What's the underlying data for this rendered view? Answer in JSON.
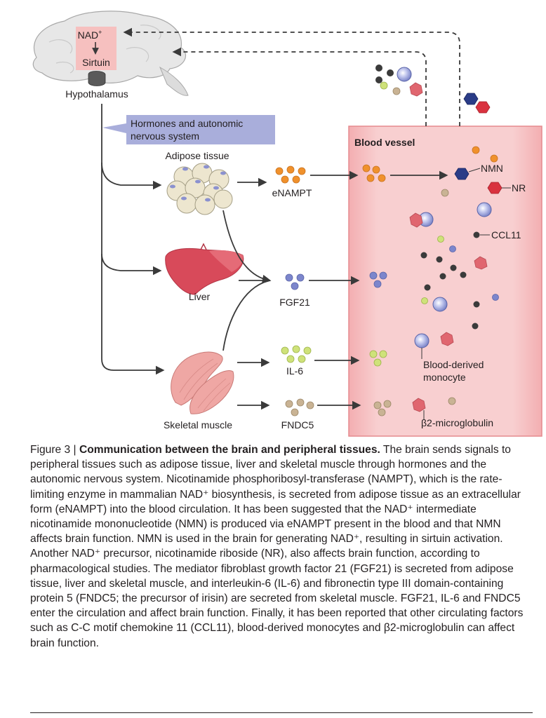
{
  "diagram": {
    "brain": {
      "nad_label": "NAD",
      "nad_sup": "+",
      "sirtuin_label": "Sirtuin",
      "region_label": "Hypothalamus"
    },
    "signal_box_lines": [
      "Hormones and autonomic",
      "nervous system"
    ],
    "blood_vessel_label": "Blood vessel",
    "tissues": {
      "adipose": "Adipose tissue",
      "liver": "Liver",
      "muscle": "Skeletal muscle"
    },
    "factors": {
      "enampt": "eNAMPT",
      "fgf21": "FGF21",
      "il6": "IL-6",
      "fndc5": "FNDC5"
    },
    "vessel_labels": {
      "nmn": "NMN",
      "nr": "NR",
      "ccl11": "CCL11",
      "monocyte_line1": "Blood-derived",
      "monocyte_line2": "monocyte",
      "b2m": "β2-microglobulin"
    },
    "colors": {
      "vessel_fill": "#f6c2c3",
      "vessel_edge": "#e58a8e",
      "signal_box": "#a9aedb",
      "enampt_orange": "#f0912c",
      "fgf21_blue": "#7c86cc",
      "il6_green": "#cfe27a",
      "fndc5_tan": "#c9b394",
      "nmn_navy": "#2a3c87",
      "nr_red": "#d9323f",
      "ccl11_dark": "#3b3b3b",
      "monocyte_lilac": "#a9b0e0",
      "b2m_pink": "#e0666f",
      "liver_red": "#d84a5a",
      "muscle_pink": "#efa7a4",
      "fat_cream": "#ede6cf"
    }
  },
  "caption": {
    "label": "Figure 3 |",
    "title": "Communication between the brain and peripheral tissues.",
    "text": "The brain sends signals to peripheral tissues such as adipose tissue, liver and skeletal muscle through hormones and the autonomic nervous system. Nicotinamide phosphoribosyl-transferase (NAMPT), which is the rate-limiting enzyme in mammalian NAD⁺ biosynthesis, is secreted from adipose tissue as an extracellular form (eNAMPT) into the blood circulation. It has been suggested that the NAD⁺ intermediate nicotinamide mononucleotide (NMN) is produced via eNAMPT present in the blood and that NMN affects brain function. NMN is used in the brain for generating NAD⁺, resulting in sirtuin activation. Another NAD⁺ precursor, nicotinamide riboside (NR), also affects brain function, according to pharmacological studies. The mediator fibroblast growth factor 21 (FGF21) is secreted from adipose tissue, liver and skeletal muscle, and interleukin-6 (IL-6) and fibronectin type III domain-containing protein 5 (FNDC5; the precursor of irisin) are secreted from skeletal muscle. FGF21, IL-6 and FNDC5 enter the circulation and affect brain function. Finally, it has been reported that other circulating factors such as C-C motif chemokine 11 (CCL11), blood-derived monocytes and β2-microglobulin can affect brain function."
  }
}
